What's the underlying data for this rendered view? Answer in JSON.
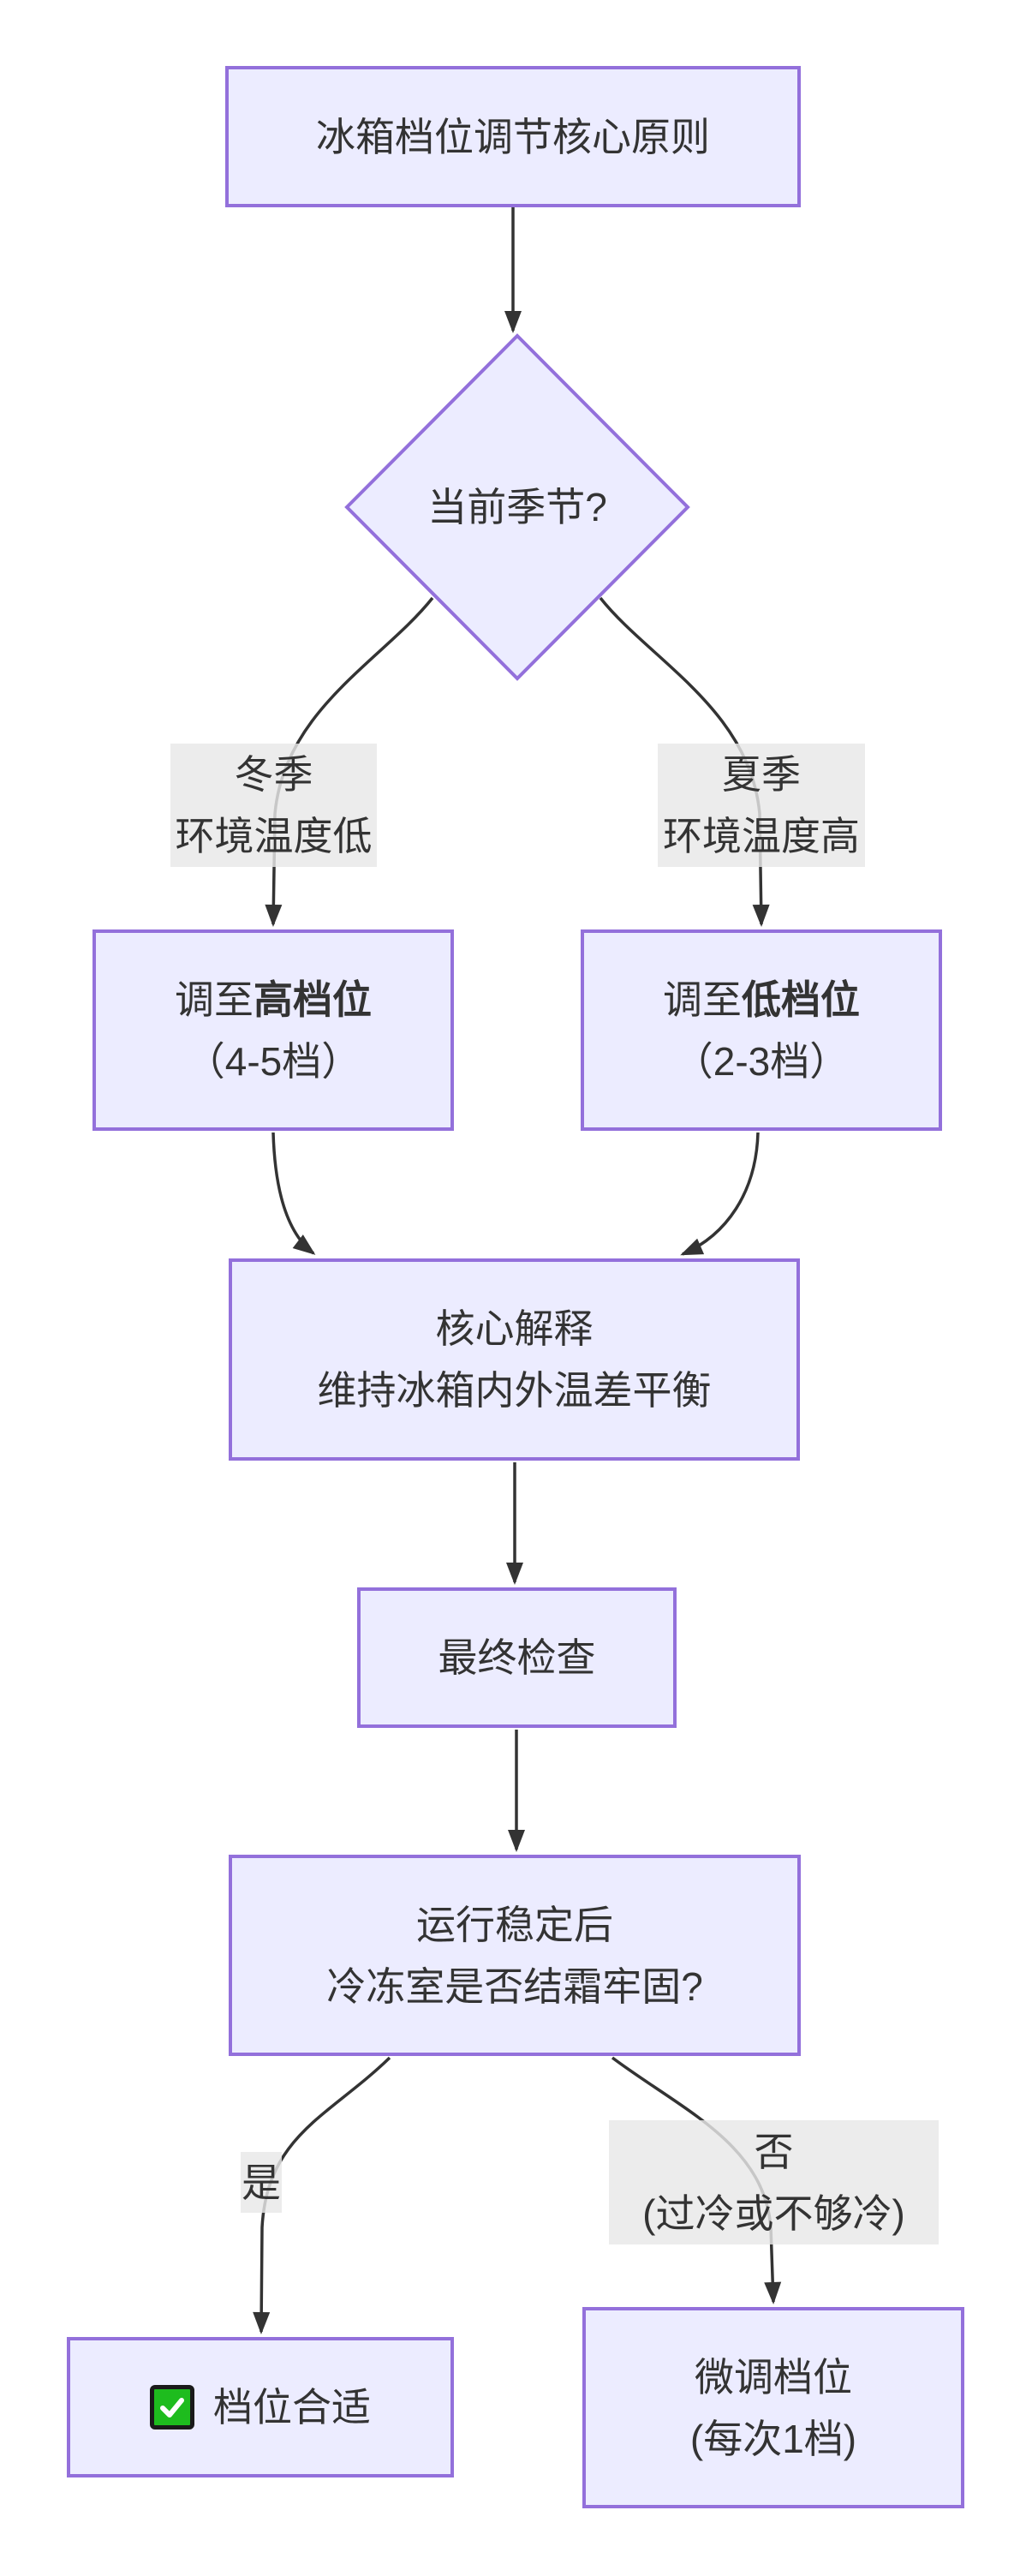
{
  "flowchart": {
    "nodes": {
      "title": {
        "text": "冰箱档位调节核心原则"
      },
      "season": {
        "text": "当前季节?"
      },
      "high_gear": {
        "prefix": "调至",
        "bold": "高档位",
        "line2": "（4-5档）"
      },
      "low_gear": {
        "prefix": "调至",
        "bold": "低档位",
        "line2": "（2-3档）"
      },
      "explain": {
        "line1": "核心解释",
        "line2": "维持冰箱内外温差平衡"
      },
      "final_check": {
        "text": "最终检查"
      },
      "frost": {
        "line1": "运行稳定后",
        "line2": "冷冻室是否结霜牢固?"
      },
      "ok": {
        "text": "档位合适"
      },
      "adjust": {
        "line1": "微调档位",
        "line2": "(每次1档)"
      }
    },
    "edge_labels": {
      "winter": {
        "line1": "冬季",
        "line2": "环境温度低"
      },
      "summer": {
        "line1": "夏季",
        "line2": "环境温度高"
      },
      "yes": {
        "text": "是"
      },
      "no": {
        "line1": "否",
        "line2": "(过冷或不够冷)"
      }
    },
    "icons": {
      "check": "check-icon"
    },
    "colors": {
      "background": "#ffffff",
      "node_fill": "#ECECFF",
      "node_border": "#9370DB",
      "edge": "#333333",
      "text": "#333333",
      "edge_label_bg": "#e8e8e8",
      "check_green": "#1EBC1E",
      "check_mark": "#ffffff"
    }
  }
}
